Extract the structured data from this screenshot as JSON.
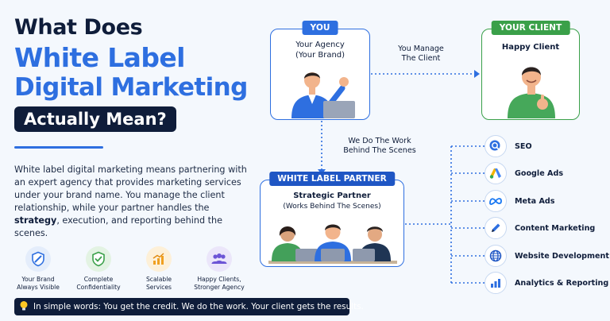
{
  "headline": {
    "line1": "What Does",
    "line2": "White Label",
    "line3": "Digital Marketing",
    "line4": "Actually Mean?"
  },
  "description": {
    "part1": "White label digital marketing means partnering with an expert agency that provides marketing services under your brand name. You manage the client relationship, while your partner handles the ",
    "bold": "strategy",
    "part2": ", execution, and reporting behind the scenes."
  },
  "features": [
    {
      "label1": "Your Brand",
      "label2": "Always Visible",
      "icon": "shield-brand-icon"
    },
    {
      "label1": "Complete",
      "label2": "Confidentiality",
      "icon": "shield-check-icon"
    },
    {
      "label1": "Scalable",
      "label2": "Services",
      "icon": "growth-chart-icon"
    },
    {
      "label1": "Happy Clients,",
      "label2": "Stronger Agency",
      "icon": "people-icon"
    }
  ],
  "tip": "In simple words: You get the credit. We do the work. Your client gets the results.",
  "you": {
    "tag": "YOU",
    "title1": "Your Agency",
    "title2": "(Your Brand)"
  },
  "client": {
    "tag": "YOUR CLIENT",
    "title": "Happy Client"
  },
  "partner": {
    "tag": "WHITE LABEL PARTNER",
    "title": "Strategic Partner",
    "sub": "(Works Behind The Scenes)"
  },
  "flows": {
    "manage1": "You Manage",
    "manage2": "The Client",
    "work1": "We Do The Work",
    "work2": "Behind The Scenes"
  },
  "services": [
    {
      "label": "SEO",
      "icon": "search-icon"
    },
    {
      "label": "Google Ads",
      "icon": "google-ads-icon"
    },
    {
      "label": "Meta Ads",
      "icon": "meta-icon"
    },
    {
      "label": "Content Marketing",
      "icon": "pen-icon"
    },
    {
      "label": "Website Development",
      "icon": "globe-icon"
    },
    {
      "label": "Analytics & Reporting",
      "icon": "bar-chart-icon"
    }
  ],
  "colors": {
    "accent": "#2e6fe0",
    "navy": "#0f1d3a",
    "green": "#3aa049"
  }
}
